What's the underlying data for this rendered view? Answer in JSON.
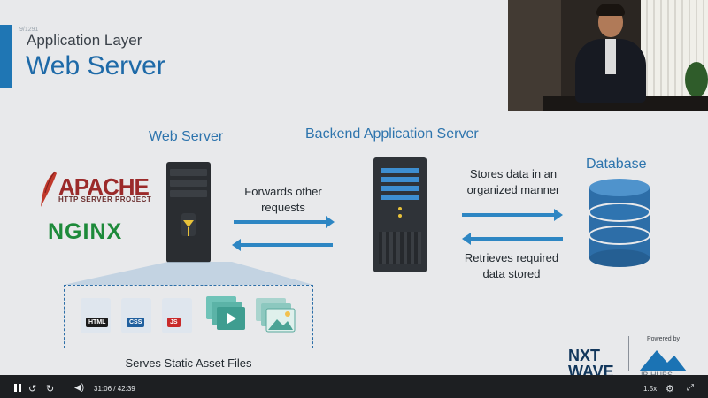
{
  "slide": {
    "tiny_id": "9/1291",
    "subtitle": "Application Layer",
    "title": "Web Server"
  },
  "diagram": {
    "web_server_heading": "Web Server",
    "backend_heading": "Backend Application Server",
    "database_heading": "Database",
    "forwards_caption": "Forwards other requests",
    "stores_caption": "Stores data in an organized manner",
    "retrieves_caption": "Retrieves required data stored",
    "assets_caption": "Serves Static Asset Files"
  },
  "logos": {
    "apache": "APACHE",
    "apache_sub": "HTTP SERVER PROJECT",
    "nginx": "NGINX",
    "nxtwave_line1": "NXT",
    "nxtwave_line2": "WAVE",
    "powered_by": "Powered by",
    "ibhubs": "IB HUBS"
  },
  "file_tags": {
    "html": "HTML",
    "css": "CSS",
    "js": "JS"
  },
  "player": {
    "current_time": "31:06",
    "separator": "/",
    "duration": "42:39",
    "speed": "1.5x",
    "progress": 0.73
  },
  "colors": {
    "accent": "#1f76b4",
    "arrow": "#2d86c3",
    "html_tag": "#1b1b1b",
    "css_tag": "#1f5f9e",
    "js_tag": "#c92a2a"
  }
}
